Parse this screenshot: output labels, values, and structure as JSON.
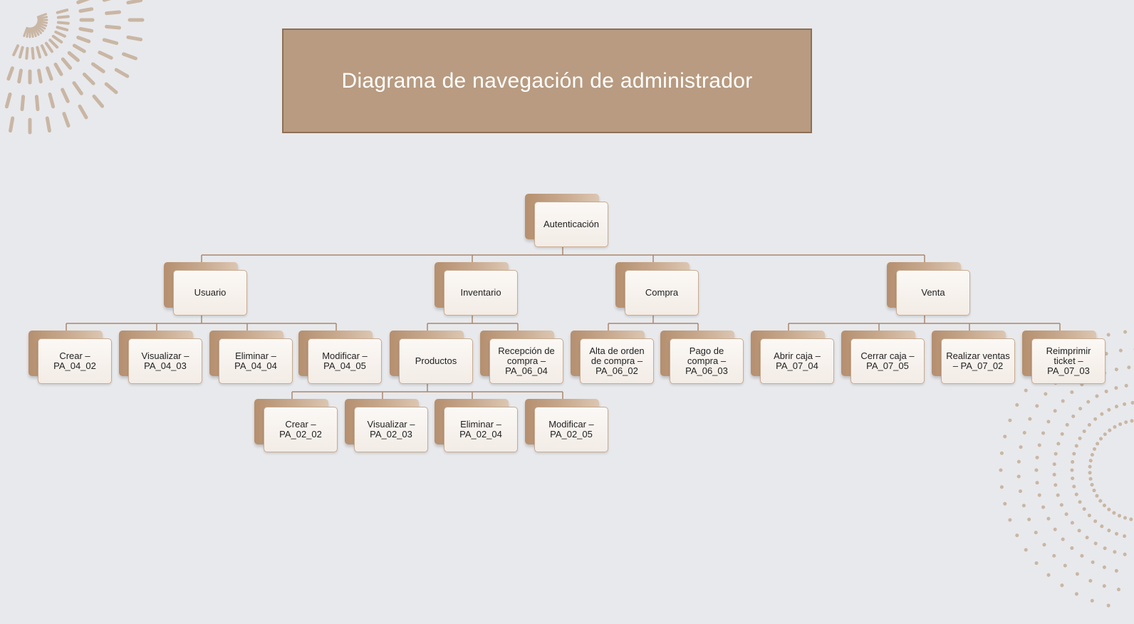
{
  "title": "Diagrama de navegación de administrador",
  "colors": {
    "background": "#e8e9ec",
    "title_fill": "#b89b81",
    "accent": "#b89b81",
    "connector": "#a98870"
  },
  "tree": {
    "root": "Autenticación",
    "level1": [
      "Usuario",
      "Inventario",
      "Compra",
      "Venta"
    ],
    "usuario_children": [
      "Crear – PA_04_02",
      "Visualizar – PA_04_03",
      "Eliminar – PA_04_04",
      "Modificar – PA_04_05"
    ],
    "inventario_children": [
      "Productos",
      "Recepción de compra – PA_06_04"
    ],
    "compra_children": [
      "Alta de orden de compra – PA_06_02",
      "Pago de compra – PA_06_03"
    ],
    "venta_children": [
      "Abrir caja – PA_07_04",
      "Cerrar caja – PA_07_05",
      "Realizar ventas – PA_07_02",
      "Reimprimir ticket – PA_07_03"
    ],
    "productos_children": [
      "Crear – PA_02_02",
      "Visualizar – PA_02_03",
      "Eliminar – PA_02_04",
      "Modificar – PA_02_05"
    ]
  }
}
